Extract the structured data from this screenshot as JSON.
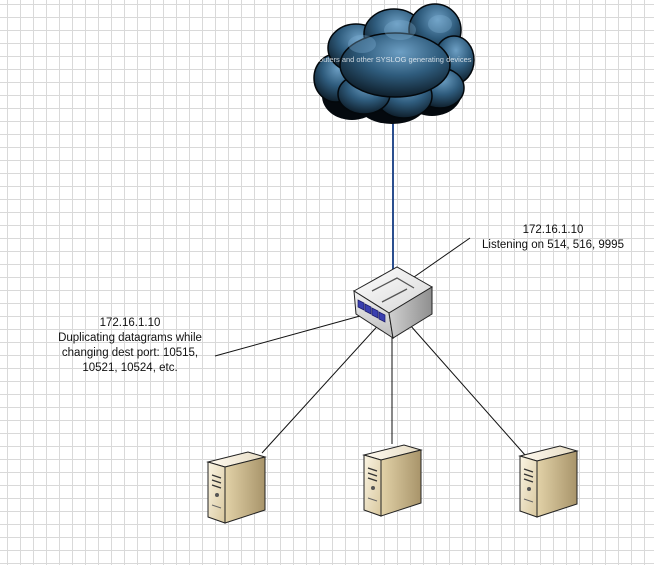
{
  "cloud": {
    "label": "Routers and other SYSLOG generating devices",
    "icon": "cloud-icon"
  },
  "listener": {
    "ip": "172.16.1.10",
    "ports": "Listening on 514, 516, 9995"
  },
  "duplicator": {
    "ip": "172.16.1.10",
    "line1": "Duplicating datagrams while",
    "line2": "changing dest port: 10515,",
    "line3": "10521, 10524, etc."
  },
  "switch": {
    "icon": "network-switch-icon"
  },
  "servers": [
    {
      "icon": "server-icon"
    },
    {
      "icon": "server-icon"
    },
    {
      "icon": "server-icon"
    }
  ],
  "colors": {
    "cloud_dark": "#0b1a26",
    "cloud_mid": "#2a5677",
    "cloud_light": "#5f95bd",
    "uplink": "#2b4f8f",
    "switch_ports": "#3a3fb0",
    "server_body": "#efe4c8"
  }
}
